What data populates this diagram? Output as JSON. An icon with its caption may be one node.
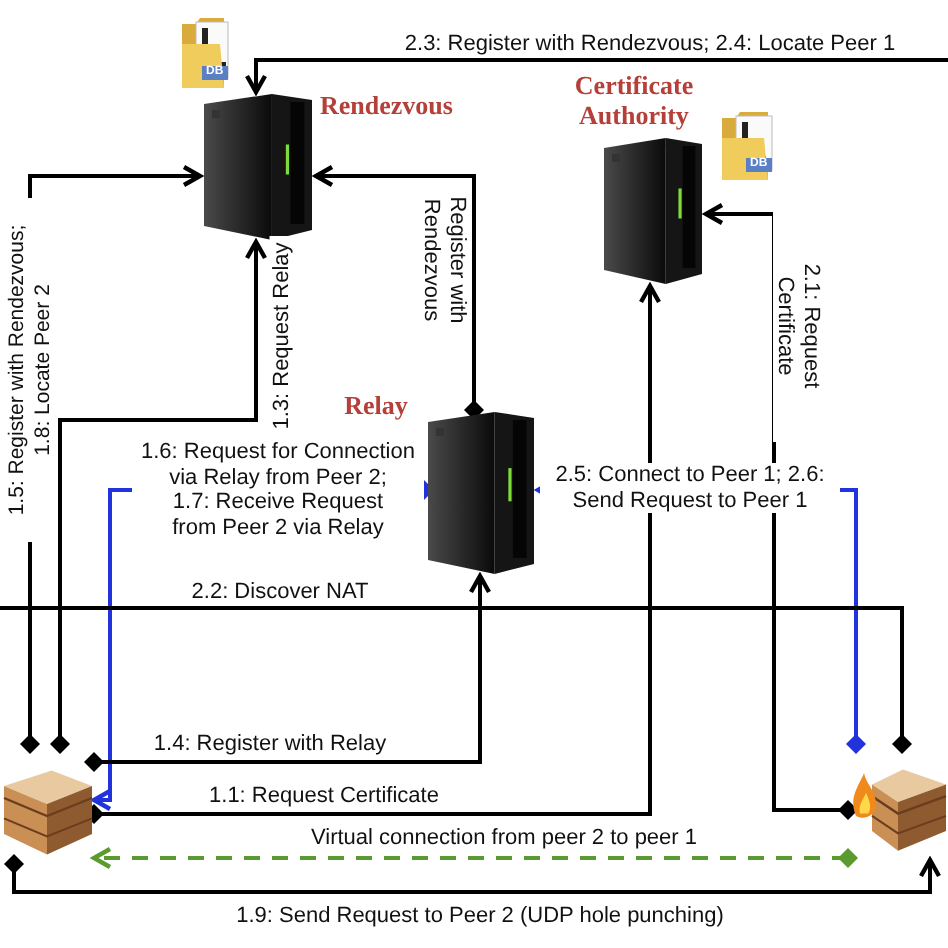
{
  "diagram": {
    "nodes": [
      {
        "text": [
          "Rendezvous"
        ]
      },
      {
        "text": [
          "Certificate Authority"
        ]
      },
      {
        "text": [
          "Relay"
        ]
      },
      {
        "text": [],
        "shape": "picture"
      },
      {
        "text": [],
        "shape": "picture"
      }
    ],
    "edges": [
      {
        "from": null,
        "to": 0,
        "arrow": "to",
        "label": "2.3: Register with Rendezvous; 2.4: Locate Peer 1"
      },
      {
        "from": 3,
        "to": 0,
        "arrow": "to",
        "label": "1.5: Register with Rendezvous; 1.8: Locate Peer 2"
      },
      {
        "from": 3,
        "to": 0,
        "arrow": "to",
        "label": "1.3: Request Relay"
      },
      {
        "from": 2,
        "to": 0,
        "arrow": "to",
        "label": "Register with Rendezvous"
      },
      {
        "from": 2,
        "to": 3,
        "arrow": "to",
        "label": "1.6: Request for Connection via Relay from Peer 2; 1.7: Receive Request from Peer 2 via Relay",
        "color": "#2233dd"
      },
      {
        "from": 4,
        "to": 2,
        "arrow": "to",
        "label": "2.5: Connect to Peer 1; 2.6: Send Request to Peer 1",
        "color": "#2233dd"
      },
      {
        "from": 4,
        "to": 1,
        "arrow": "to",
        "label": "2.1: Request Certificate"
      },
      {
        "from": 4,
        "to": null,
        "arrow": "other",
        "label": "2.2: Discover NAT"
      },
      {
        "from": 3,
        "to": 2,
        "arrow": "to",
        "label": "1.4: Register with Relay"
      },
      {
        "from": 3,
        "to": 1,
        "arrow": "to",
        "label": "1.1: Request Certificate"
      },
      {
        "from": 4,
        "to": 3,
        "arrow": "to",
        "label": "Virtual connection from peer 2 to peer 1",
        "style": "dashed",
        "color": "#5b9a2e"
      },
      {
        "from": 3,
        "to": 4,
        "arrow": "to",
        "label": "1.9: Send Request to Peer 2 (UDP hole punching)"
      }
    ],
    "labels": [
      "DB",
      "DB"
    ]
  }
}
